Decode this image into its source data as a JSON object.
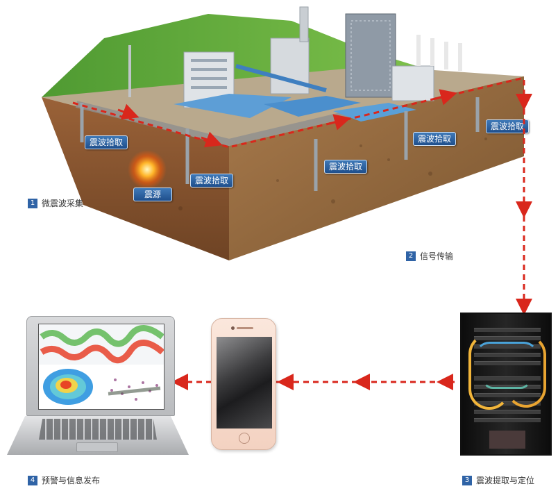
{
  "scene": {
    "sensors": [
      {
        "label": "震波拾取"
      },
      {
        "label": "震波拾取"
      },
      {
        "label": "震波拾取"
      },
      {
        "label": "震波拾取"
      },
      {
        "label": "震波拾取"
      }
    ],
    "source_label": "震源"
  },
  "steps": [
    {
      "num": "1",
      "label": "微震波采集"
    },
    {
      "num": "2",
      "label": "信号传输"
    },
    {
      "num": "3",
      "label": "震波提取与定位"
    },
    {
      "num": "4",
      "label": "预警与信息发布"
    }
  ],
  "colors": {
    "arrow": "#d9271c",
    "step_badge": "#2f63a6",
    "label_bg": "#2a5e9c",
    "grass": "#5fa43c",
    "soil": "#8a5a34"
  }
}
